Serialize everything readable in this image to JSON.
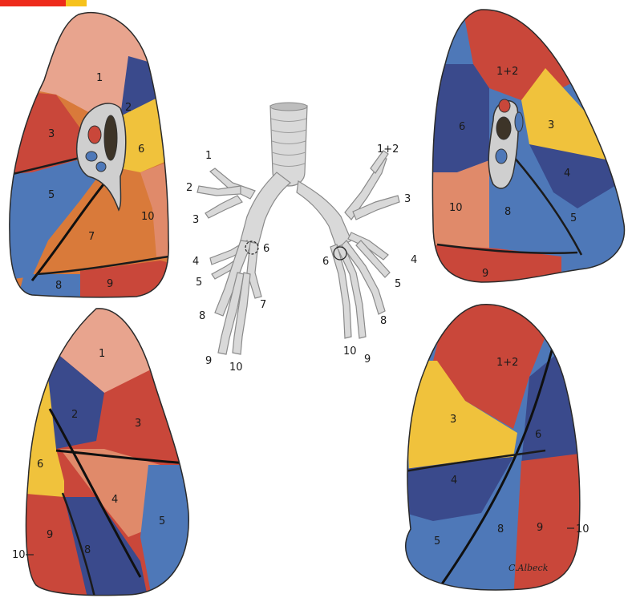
{
  "colors": {
    "pink": "#e8a48e",
    "red": "#c9473a",
    "blue": "#4e78b8",
    "navy": "#3a4a8c",
    "yellow": "#f0c23c",
    "orange": "#d97a3a",
    "salmon": "#e08a6a",
    "grey": "#d4d4d4",
    "corner_red": "#ee2b1b",
    "corner_yellow": "#f6c21c"
  },
  "left_top": {
    "s1": "1",
    "s2": "2",
    "s3": "3",
    "s5": "5",
    "s6": "6",
    "s7": "7",
    "s8": "8",
    "s9": "9",
    "s10": "10"
  },
  "right_top": {
    "s12": "1+2",
    "s3": "3",
    "s4": "4",
    "s5": "5",
    "s6": "6",
    "s8": "8",
    "s9": "9",
    "s10": "10"
  },
  "left_bottom": {
    "s1": "1",
    "s2": "2",
    "s3": "3",
    "s4": "4",
    "s5": "5",
    "s6": "6",
    "s8": "8",
    "s9": "9",
    "s10": "10"
  },
  "right_bottom": {
    "s12": "1+2",
    "s3": "3",
    "s4": "4",
    "s5": "5",
    "s6": "6",
    "s8": "8",
    "s9": "9",
    "s10": "10",
    "signature": "C.Albeck"
  },
  "bronchi": {
    "r1": "1",
    "r2": "2",
    "r3": "3",
    "r4": "4",
    "r5": "5",
    "r6": "6",
    "r7": "7",
    "r8": "8",
    "r9": "9",
    "r10": "10",
    "l12": "1+2",
    "l3": "3",
    "l4": "4",
    "l5": "5",
    "l6": "6",
    "l8": "8",
    "l9": "9",
    "l10": "10"
  }
}
